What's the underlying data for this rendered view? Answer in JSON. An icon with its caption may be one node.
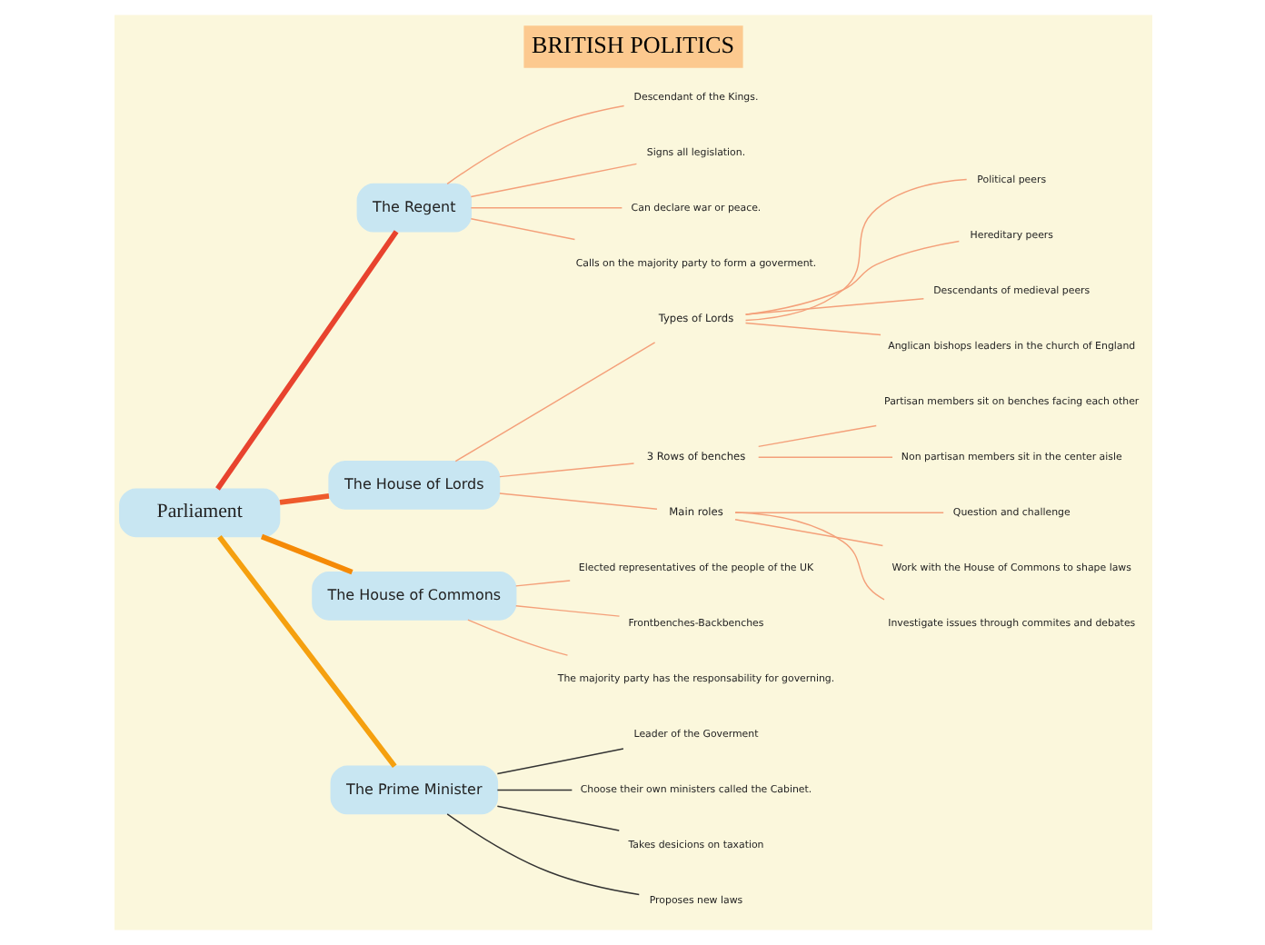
{
  "diagram": {
    "title": "BRITISH POLITICS",
    "nodes": [
      {
        "text": [
          "Parliament"
        ]
      },
      {
        "text": [
          "The Regent"
        ]
      },
      {
        "text": [
          "Descendant of the Kings."
        ]
      },
      {
        "text": [
          "Signs all legislation."
        ]
      },
      {
        "text": [
          "Can declare war or peace."
        ]
      },
      {
        "text": [
          "Calls on the majority party to form a goverment."
        ]
      },
      {
        "text": [
          "The House of Lords"
        ]
      },
      {
        "text": [
          "Types of Lords"
        ]
      },
      {
        "text": [
          "Political peers"
        ]
      },
      {
        "text": [
          "Hereditary peers"
        ]
      },
      {
        "text": [
          "Descendants of medieval peers"
        ]
      },
      {
        "text": [
          "Anglican bishops leaders in the church of England"
        ]
      },
      {
        "text": [
          "3 Rows of benches"
        ]
      },
      {
        "text": [
          "Partisan members sit on benches facing each other"
        ]
      },
      {
        "text": [
          "Non partisan members sit in the center aisle"
        ]
      },
      {
        "text": [
          "Main roles"
        ]
      },
      {
        "text": [
          "Question and challenge"
        ]
      },
      {
        "text": [
          "Work with the House of Commons to shape laws"
        ]
      },
      {
        "text": [
          "Investigate issues through commites and debates"
        ]
      },
      {
        "text": [
          "The House of Commons"
        ]
      },
      {
        "text": [
          "Elected representatives of the people of the UK"
        ]
      },
      {
        "text": [
          "Frontbenches-Backbenches"
        ]
      },
      {
        "text": [
          "The majority party has the responsability for governing."
        ]
      },
      {
        "text": [
          "The Prime Minister"
        ]
      },
      {
        "text": [
          "Leader of the Goverment"
        ]
      },
      {
        "text": [
          "Choose their own ministers called the Cabinet."
        ]
      },
      {
        "text": [
          "Takes desicions on taxation"
        ]
      },
      {
        "text": [
          "Proposes new laws"
        ]
      }
    ],
    "edges": [
      {
        "from": 0,
        "to": 1,
        "arrow": "none",
        "style": "thick",
        "color": "#e8432e"
      },
      {
        "from": 1,
        "to": 2,
        "arrow": "none"
      },
      {
        "from": 1,
        "to": 3,
        "arrow": "none"
      },
      {
        "from": 1,
        "to": 4,
        "arrow": "none"
      },
      {
        "from": 1,
        "to": 5,
        "arrow": "none"
      },
      {
        "from": 0,
        "to": 6,
        "arrow": "none",
        "style": "thick",
        "color": "#ee5a2c"
      },
      {
        "from": 6,
        "to": 7,
        "arrow": "none"
      },
      {
        "from": 7,
        "to": 8,
        "arrow": "none"
      },
      {
        "from": 7,
        "to": 9,
        "arrow": "none"
      },
      {
        "from": 7,
        "to": 10,
        "arrow": "none"
      },
      {
        "from": 7,
        "to": 11,
        "arrow": "none"
      },
      {
        "from": 6,
        "to": 12,
        "arrow": "none"
      },
      {
        "from": 12,
        "to": 13,
        "arrow": "none"
      },
      {
        "from": 12,
        "to": 14,
        "arrow": "none"
      },
      {
        "from": 6,
        "to": 15,
        "arrow": "none"
      },
      {
        "from": 15,
        "to": 16,
        "arrow": "none"
      },
      {
        "from": 15,
        "to": 17,
        "arrow": "none"
      },
      {
        "from": 15,
        "to": 18,
        "arrow": "none"
      },
      {
        "from": 0,
        "to": 19,
        "arrow": "none",
        "style": "thick",
        "color": "#f58a07"
      },
      {
        "from": 19,
        "to": 20,
        "arrow": "none"
      },
      {
        "from": 19,
        "to": 21,
        "arrow": "none"
      },
      {
        "from": 19,
        "to": 22,
        "arrow": "none"
      },
      {
        "from": 0,
        "to": 23,
        "arrow": "none",
        "style": "thick",
        "color": "#f5a00f"
      },
      {
        "from": 23,
        "to": 24,
        "arrow": "none",
        "color": "#333333"
      },
      {
        "from": 23,
        "to": 25,
        "arrow": "none",
        "color": "#333333"
      },
      {
        "from": 23,
        "to": 26,
        "arrow": "none",
        "color": "#333333"
      },
      {
        "from": 23,
        "to": 27,
        "arrow": "none",
        "color": "#333333"
      }
    ]
  }
}
